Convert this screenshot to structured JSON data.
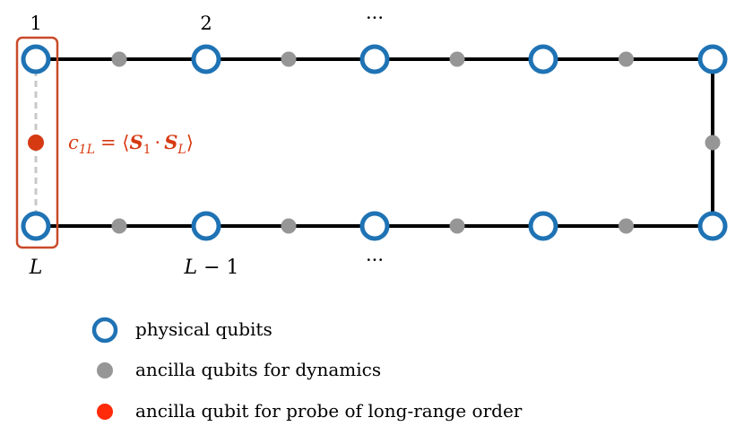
{
  "colors": {
    "physical_ring": "#1f73b4",
    "ancilla_dynamics": "#969696",
    "ancilla_probe": "#d63a12",
    "probe_box": "#c94a2a",
    "wire": "#000000",
    "probe_link": "#c8c8c8"
  },
  "labels": {
    "top_first": "1",
    "top_second": "2",
    "top_ellipsis": "···",
    "bottom_first": "L",
    "bottom_second": "L − 1",
    "bottom_ellipsis": "···"
  },
  "correlator": {
    "c": "c",
    "c_sub": "1L",
    "eq": "= ⟨",
    "s1": "S",
    "s1_sub": "1",
    "dot": "·",
    "sL": "S",
    "sL_sub": "L",
    "close": "⟩"
  },
  "legend": [
    {
      "kind": "physical",
      "label": "physical qubits"
    },
    {
      "kind": "dynamics",
      "label": "ancilla qubits for dynamics"
    },
    {
      "kind": "probe",
      "label": "ancilla qubit for probe of long-range order"
    }
  ],
  "lattice": {
    "physical_qubits_per_row": 5,
    "rows": 2,
    "ancillas_per_row_between": 4,
    "ancillas_right_edge": 1,
    "probe_ancillas": 1
  }
}
